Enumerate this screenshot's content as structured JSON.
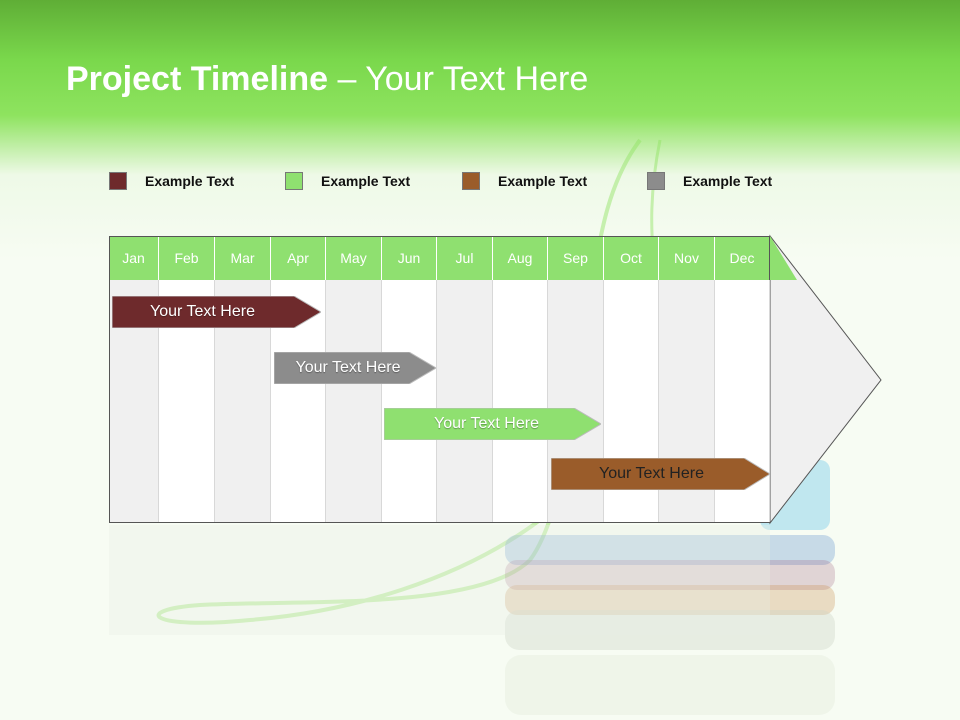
{
  "header": {
    "title_bold": "Project Timeline",
    "title_rest": " – Your Text Here"
  },
  "legend": [
    {
      "label": "Example Text",
      "color": "#6e2a2c"
    },
    {
      "label": "Example Text",
      "color": "#8fe070"
    },
    {
      "label": "Example Text",
      "color": "#9a5c2a"
    },
    {
      "label": "Example Text",
      "color": "#8c8c8c"
    }
  ],
  "timeline": {
    "months": [
      "Jan",
      "Feb",
      "Mar",
      "Apr",
      "May",
      "Jun",
      "Jul",
      "Aug",
      "Sep",
      "Oct",
      "Nov",
      "Dec"
    ],
    "bars": [
      {
        "label": "Your  Text Here",
        "color": "#6e2a2c",
        "text_color": "#ffffff"
      },
      {
        "label": "Your  Text Here",
        "color": "#8c8c8c",
        "text_color": "#ffffff"
      },
      {
        "label": "Your  Text Here",
        "color": "#8fe070",
        "text_color": "#ffffff"
      },
      {
        "label": "Your  Text Here",
        "color": "#9a5c2a",
        "text_color": "#222222"
      }
    ]
  },
  "colors": {
    "header_green": "#7ad84c",
    "month_header": "#8fe070"
  }
}
